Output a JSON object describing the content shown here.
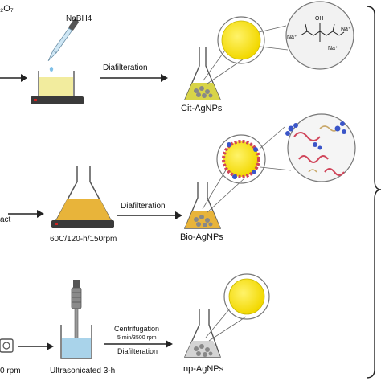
{
  "labels": {
    "top_reagent": "NaBH4",
    "top_left_cut": "₂O₇",
    "top_arrow": "Diafilteration",
    "top_product": "Cit-AgNPs",
    "mid_condition": "60C/120-h/150rpm",
    "mid_arrow": "Diafilteration",
    "mid_product": "Bio-AgNPs",
    "mid_left_cut": "act",
    "bot_step": "Ultrasonicated 3-h",
    "bot_arrow_1": "Centrifugation",
    "bot_arrow_1_detail": "5 min/3500 rpm",
    "bot_arrow_2": "Diafilteration",
    "bot_product": "np-AgNPs",
    "bot_left_cut": "0 rpm"
  },
  "molecule_labels": {
    "oh": "OH",
    "na_left": "Na⁺",
    "na_right": "Na⁺",
    "na_bottom": "Na⁺"
  },
  "colors": {
    "gold_liquid": "#e8b43a",
    "pale_liquid": "#f2ec9e",
    "blue_liquid": "#a9d3ea",
    "nanoparticle": "#f7e500",
    "grey_liquid": "#d4d4d4",
    "hotplate": "#3a3a3a"
  }
}
